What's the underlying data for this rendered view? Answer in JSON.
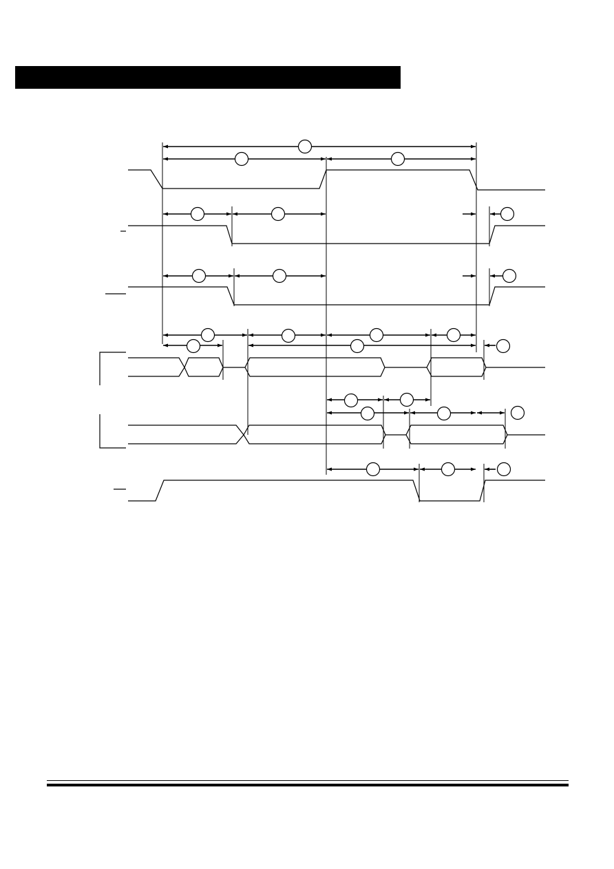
{
  "theme": {
    "ink": "#000000",
    "paper": "#ffffff"
  },
  "diagram": {
    "signals": [
      {
        "id": "clock"
      },
      {
        "id": "select-1"
      },
      {
        "id": "select-2"
      },
      {
        "id": "bus-1"
      },
      {
        "id": "bus-2"
      },
      {
        "id": "strobe"
      }
    ],
    "timing_markers": [
      {
        "id": "m1"
      },
      {
        "id": "m2"
      },
      {
        "id": "m3"
      },
      {
        "id": "m4"
      },
      {
        "id": "m5"
      },
      {
        "id": "m6"
      },
      {
        "id": "m7"
      },
      {
        "id": "m8"
      },
      {
        "id": "m9"
      },
      {
        "id": "m10"
      },
      {
        "id": "m11"
      },
      {
        "id": "m12"
      },
      {
        "id": "m13"
      },
      {
        "id": "m14"
      },
      {
        "id": "m15"
      },
      {
        "id": "m16"
      },
      {
        "id": "m17"
      },
      {
        "id": "m18"
      },
      {
        "id": "m19"
      },
      {
        "id": "m20"
      },
      {
        "id": "m21"
      },
      {
        "id": "m22"
      },
      {
        "id": "m23"
      },
      {
        "id": "m24"
      },
      {
        "id": "m25"
      }
    ]
  }
}
